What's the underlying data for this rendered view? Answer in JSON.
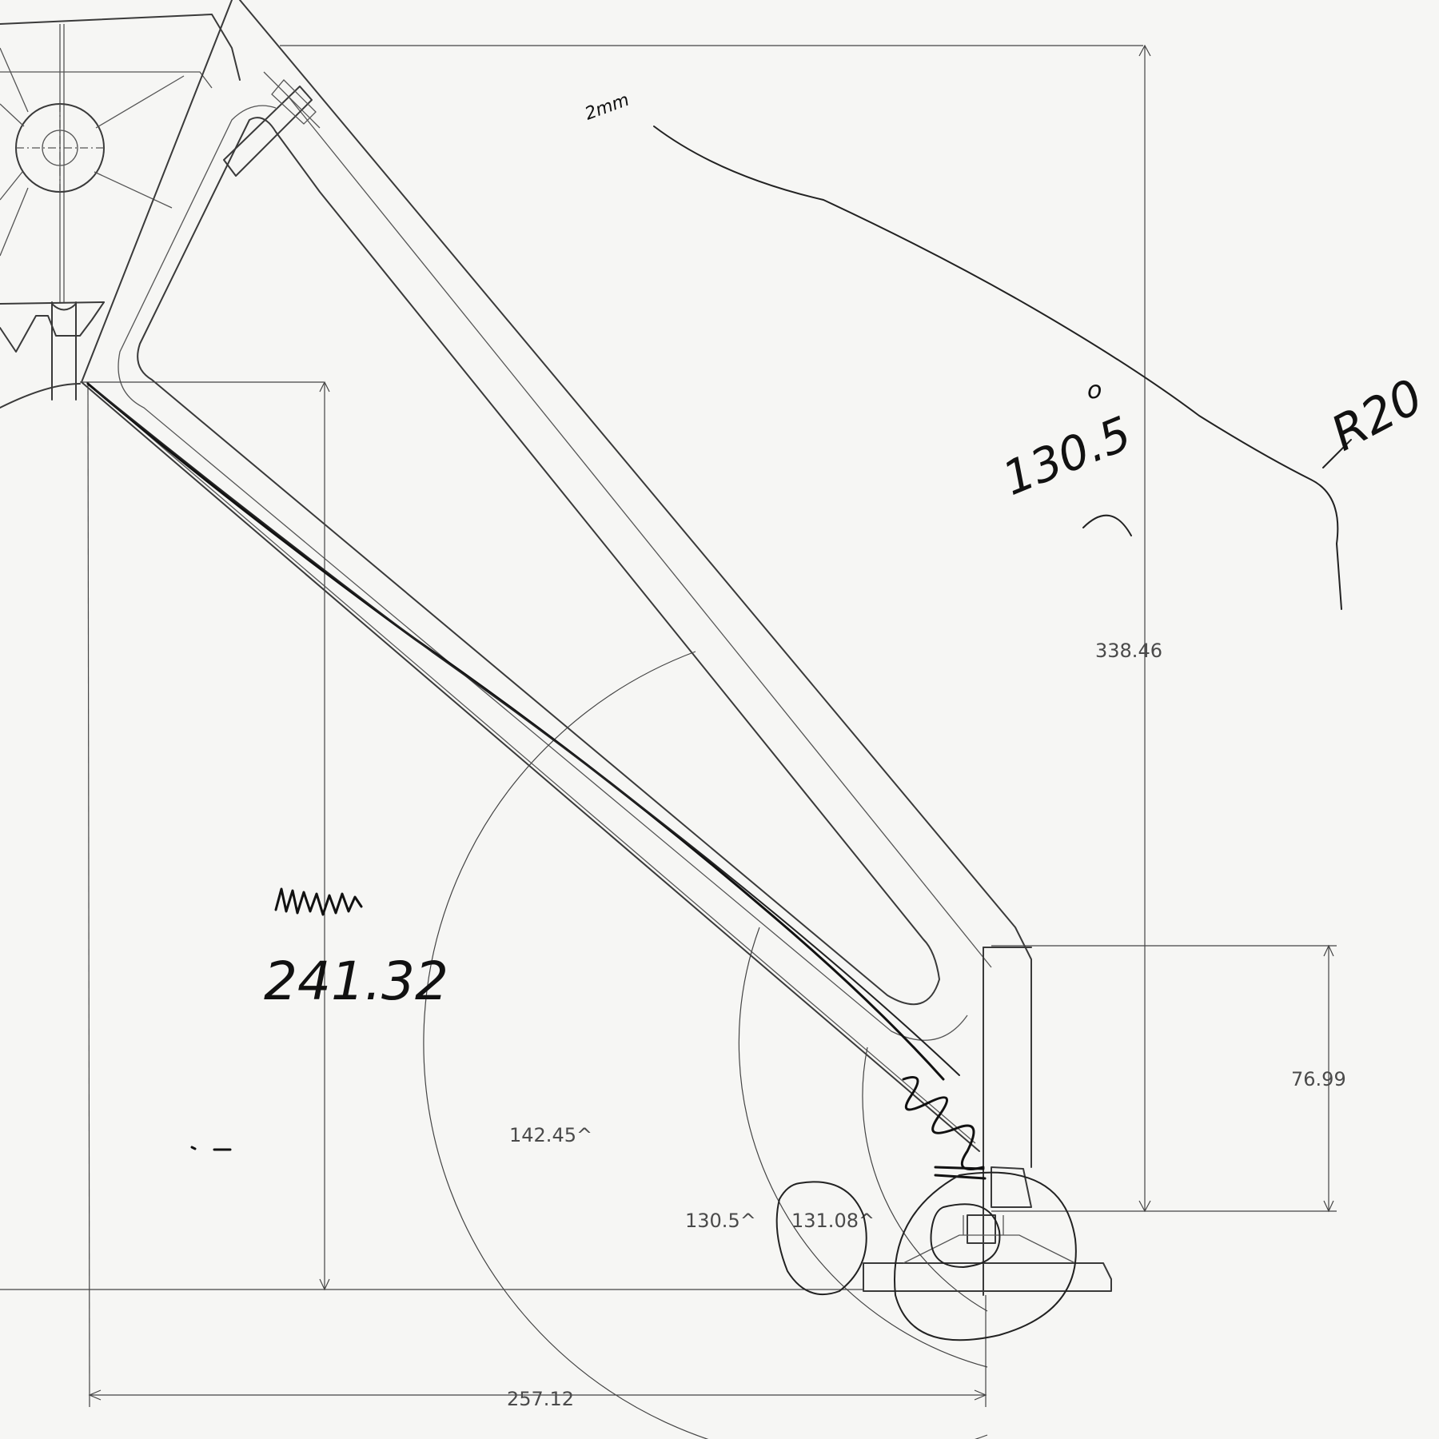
{
  "dimensions": {
    "height_total": "338.46",
    "height_left": "241.32",
    "height_foot": "76.99",
    "width_total": "257.12",
    "angle_outer": "142.45^",
    "angle_mid": "130.5^",
    "angle_inner": "131.08^"
  },
  "handwritten": {
    "angle_note": "130.5",
    "degree_mark": "o",
    "radius_note": "R20",
    "small_note": "2mm"
  }
}
